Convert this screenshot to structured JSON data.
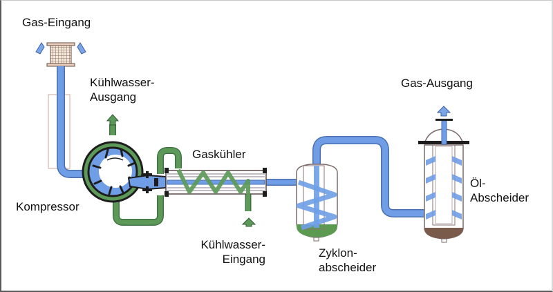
{
  "diagram": {
    "language": "de",
    "colors": {
      "gas": "#6f9ee6",
      "gas_edge": "#4a6fb0",
      "coolant": "#5d9a5a",
      "coolant_edge": "#3f7440",
      "metal": "#1d1d1d",
      "oil": "#7a5a4a",
      "condensate": "#5c9a52"
    },
    "labels": {
      "gas_inlet": "Gas-Eingang",
      "coolant_outlet_line1": "Kühlwasser-",
      "coolant_outlet_line2": "Ausgang",
      "compressor": "Kompressor",
      "gas_cooler": "Gaskühler",
      "coolant_inlet_line1": "Kühlwasser-",
      "coolant_inlet_line2": "Eingang",
      "cyclone_line1": "Zyklon-",
      "cyclone_line2": "abscheider",
      "gas_outlet": "Gas-Ausgang",
      "oil_sep_line1": "Öl-",
      "oil_sep_line2": "Abscheider"
    },
    "components": [
      {
        "id": "gas-inlet-filter",
        "name": "Gas-Eingang"
      },
      {
        "id": "compressor",
        "name": "Kompressor"
      },
      {
        "id": "gas-cooler",
        "name": "Gaskühler"
      },
      {
        "id": "cyclone-separator",
        "name": "Zyklonabscheider"
      },
      {
        "id": "oil-separator",
        "name": "Öl-Abscheider"
      }
    ],
    "flows": [
      {
        "from": "Gas-Eingang",
        "to": "Kompressor",
        "medium": "gas"
      },
      {
        "from": "Kompressor",
        "to": "Gaskühler",
        "medium": "gas"
      },
      {
        "from": "Gaskühler",
        "to": "Zyklonabscheider",
        "medium": "gas"
      },
      {
        "from": "Zyklonabscheider",
        "to": "Öl-Abscheider",
        "medium": "gas"
      },
      {
        "from": "Öl-Abscheider",
        "to": "Gas-Ausgang",
        "medium": "gas"
      },
      {
        "from": "Kühlwasser-Eingang",
        "to": "Gaskühler",
        "medium": "coolant"
      },
      {
        "from": "Gaskühler",
        "to": "Kompressor",
        "medium": "coolant"
      },
      {
        "from": "Kompressor",
        "to": "Kühlwasser-Ausgang",
        "medium": "coolant"
      }
    ]
  }
}
